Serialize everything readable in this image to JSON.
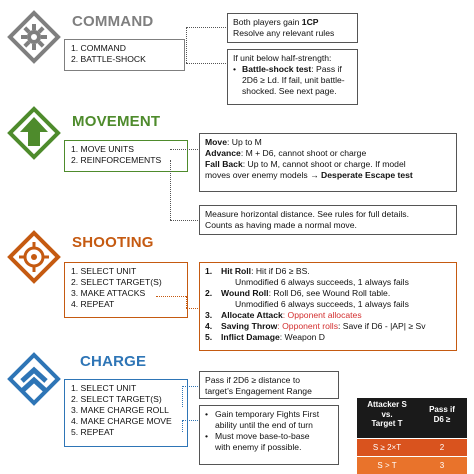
{
  "colors": {
    "command": "#7f7f7f",
    "movement": "#4e8b2c",
    "shooting": "#c55a11",
    "charge": "#2e75b6",
    "red_text": "#d32f2f",
    "table_header": "#1a1a1a",
    "table_row1": "#d9531e",
    "table_row2": "#e9732b"
  },
  "command": {
    "title": "COMMAND",
    "icon": "gear-icon",
    "steps": [
      "1.   COMMAND",
      "2.   BATTLE-SHOCK"
    ],
    "note1": {
      "line1_pre": "Both players gain ",
      "line1_bold": "1CP",
      "line2": "Resolve any relevant rules"
    },
    "note2": {
      "line1": "If unit below half-strength:",
      "bullet": "•",
      "b_bold": "Battle-shock test",
      "b_rest1": ": Pass if",
      "b_line2": "2D6 ≥ Ld. If fail, unit battle-",
      "b_line3": "shocked. See next page."
    }
  },
  "movement": {
    "title": "MOVEMENT",
    "icon": "arrow-up-icon",
    "steps": [
      "1.   MOVE UNITS",
      "2.   REINFORCEMENTS"
    ],
    "note1": {
      "l1_bold": "Move",
      "l1_rest": ": Up to M",
      "l2_bold": "Advance",
      "l2_rest": ": M + D6, cannot shoot or charge",
      "l3_bold": "Fall Back",
      "l3_rest": ": Up to M, cannot shoot or charge. If model",
      "l4_rest": "moves over enemy models ",
      "l4_arrow": "→",
      "l4_bold": " Desperate Escape test"
    },
    "note2": {
      "line1": "Measure horizontal distance. See rules for full details.",
      "line2": "Counts as having made a normal move."
    }
  },
  "shooting": {
    "title": "SHOOTING",
    "icon": "crosshair-icon",
    "steps": [
      "1.   SELECT UNIT",
      "2.   SELECT TARGET(S)",
      "3.   MAKE ATTACKS",
      "4.   REPEAT"
    ],
    "note": {
      "i1_num": "1.",
      "i1_bold": "Hit Roll",
      "i1_rest": ": Hit if D6 ≥ BS.",
      "i1_sub": "Unmodified 6 always succeeds, 1 always fails",
      "i2_num": "2.",
      "i2_bold": "Wound Roll",
      "i2_rest": ": Roll D6, see Wound Roll table.",
      "i2_sub": "Unmodified 6 always succeeds, 1 always fails",
      "i3_num": "3.",
      "i3_bold": "Allocate Attack",
      "i3_red": ": Opponent allocates",
      "i4_num": "4.",
      "i4_bold": "Saving Throw",
      "i4_red": ": Opponent rolls",
      "i4_rest": ": Save if D6 - |AP| ≥ Sv",
      "i5_num": "5.",
      "i5_bold": "Inflict Damage",
      "i5_rest": ": Weapon D"
    }
  },
  "charge": {
    "title": "CHARGE",
    "icon": "chevrons-up-icon",
    "steps": [
      "1.   SELECT UNIT",
      "2.   SELECT TARGET(S)",
      "3.   MAKE CHARGE ROLL",
      "4.   MAKE CHARGE MOVE",
      "5.   REPEAT"
    ],
    "note1": {
      "line1": "Pass if 2D6 ≥ distance to",
      "line2": "target’s Engagement Range"
    },
    "note2": {
      "b1_l1": "Gain temporary Fights First",
      "b1_l2": "ability until the end of turn",
      "b2_l1": "Must move base-to-base",
      "b2_l2": "with enemy if possible."
    }
  },
  "wound_table": {
    "h1_l1": "Attacker S",
    "h1_l2": "vs.",
    "h1_l3": "Target T",
    "h2_l1": "Pass if",
    "h2_l2": "D6 ≥",
    "rows": [
      {
        "cond": "S ≥ 2×T",
        "val": "2"
      },
      {
        "cond": "S > T",
        "val": "3"
      }
    ]
  }
}
